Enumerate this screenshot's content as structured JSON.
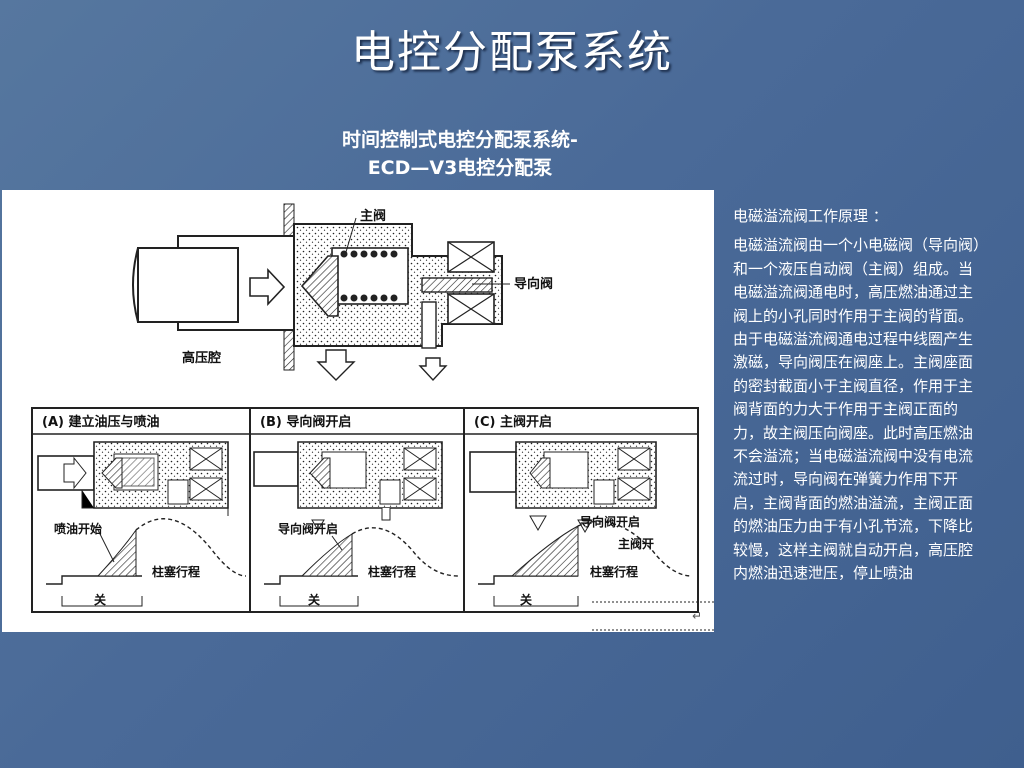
{
  "slide": {
    "title": "电控分配泵系统",
    "subtitle_line1": "时间控制式电控分配泵系统-",
    "subtitle_line2": "ECD—V3电控分配泵",
    "colors": {
      "background": "#4a6b9c",
      "text": "#ffffff"
    }
  },
  "diagram": {
    "main_valve_label": "主阀",
    "pilot_valve_label": "导向阀",
    "high_pressure_chamber_label": "高压腔",
    "panel_a_title": "(A)  建立油压与喷油",
    "panel_b_title": "(B)  导向阀开启",
    "panel_c_title": "(C)  主阀开启",
    "injection_start_label": "喷油开始",
    "pilot_open_label": "导向阀开启",
    "main_open_label": "主阀开",
    "plunger_stroke_label": "柱塞行程",
    "off_label": "关",
    "return_mark": "↵"
  },
  "explanation": {
    "heading": "电磁溢流阀工作原理 ：",
    "body": "电磁溢流阀由一个小电磁阀（导向阀）和一个液压自动阀（主阀）组成。当电磁溢流阀通电时，高压燃油通过主阀上的小孔同时作用于主阀的背面。由于电磁溢流阀通电过程中线圈产生激磁，导向阀压在阀座上。主阀座面的密封截面小于主阀直径，作用于主阀背面的力大于作用于主阀正面的力，故主阀压向阀座。此时高压燃油不会溢流；当电磁溢流阀中没有电流流过时，导向阀在弹簧力作用下开启，主阀背面的燃油溢流，主阀正面的燃油压力由于有小孔节流，下降比较慢，这样主阀就自动开启，高压腔内燃油迅速泄压，停止喷油"
  }
}
